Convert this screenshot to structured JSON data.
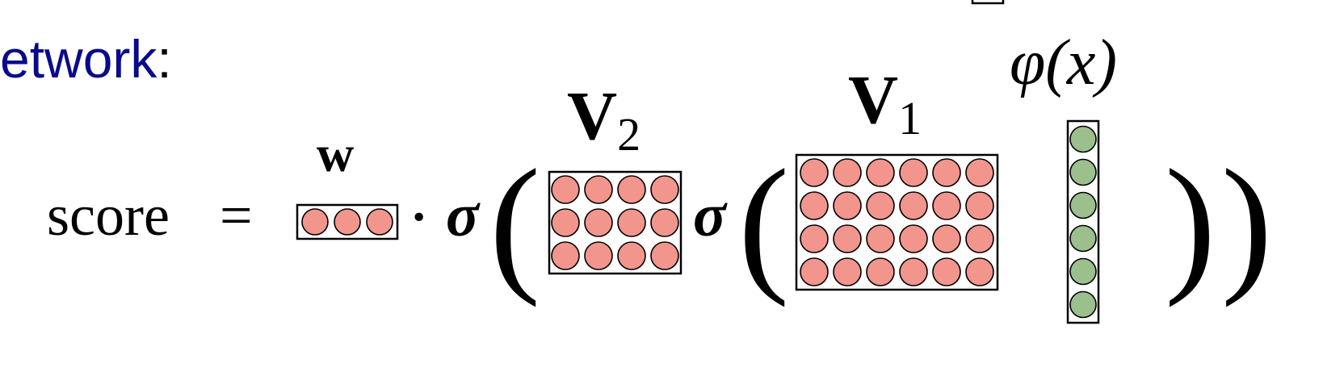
{
  "heading": {
    "text": "etwork",
    "colon": ":",
    "color": "#0a0a8c"
  },
  "equation": {
    "lhs": "score",
    "equals": "=",
    "dot": "·",
    "sigma": "σ",
    "open_paren": "(",
    "close_paren": ")",
    "w_label": "w",
    "v2_letter": "V",
    "v2_sub": "2",
    "v1_letter": "V",
    "v1_sub": "1",
    "phi_label": "φ(x)"
  },
  "matrices": {
    "w": {
      "rows": 1,
      "cols": 3,
      "color": "#f2958c"
    },
    "v2": {
      "rows": 3,
      "cols": 4,
      "color": "#f2958c"
    },
    "v1": {
      "rows": 4,
      "cols": 6,
      "color": "#f2958c"
    },
    "phi": {
      "rows": 6,
      "cols": 1,
      "color": "#9bbf8d"
    }
  }
}
